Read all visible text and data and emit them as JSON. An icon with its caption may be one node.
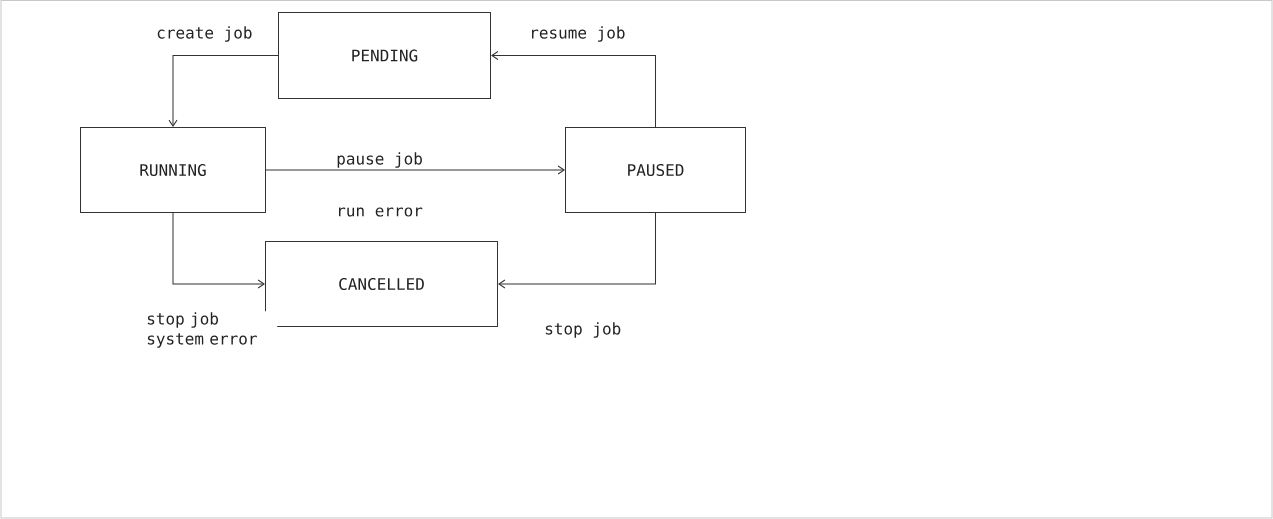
{
  "diagram": {
    "nodes": [
      {
        "text": [
          "PENDING"
        ]
      },
      {
        "text": [
          "RUNNING"
        ]
      },
      {
        "text": [
          "PAUSED"
        ]
      },
      {
        "text": [
          "CANCELLED"
        ]
      }
    ],
    "edges": [
      {
        "from": 0,
        "to": 1,
        "arrow": "to",
        "label": "create job"
      },
      {
        "from": 1,
        "to": 2,
        "arrow": "to",
        "label": "pause job"
      },
      {
        "from": 2,
        "to": 0,
        "arrow": "to",
        "label": "resume job"
      },
      {
        "from": 1,
        "to": 3,
        "arrow": "to",
        "label": "stop job system error"
      },
      {
        "from": 2,
        "to": 3,
        "arrow": "to",
        "label": "stop job"
      }
    ],
    "labels": [
      "run error"
    ]
  }
}
